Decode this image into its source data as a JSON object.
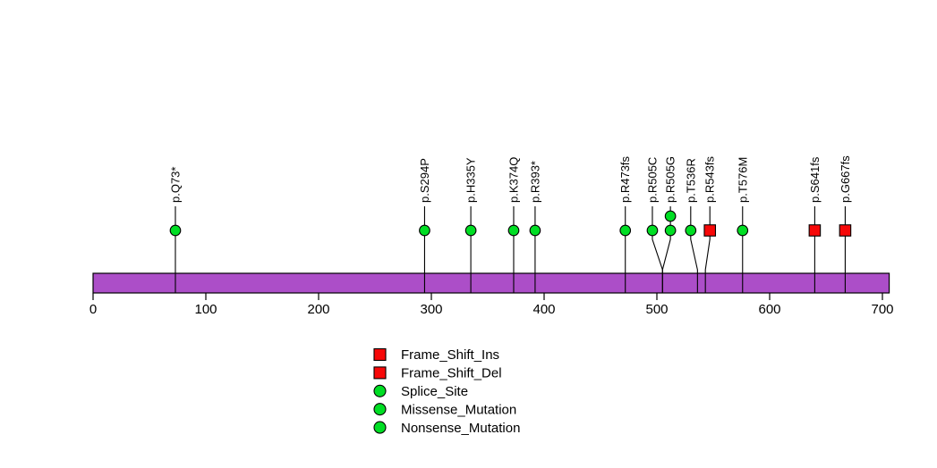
{
  "chart_data": {
    "type": "scatter",
    "subtype": "lollipop-mutation-plot",
    "title": "",
    "background": "#FFFFFF",
    "x_axis": {
      "ticks": [
        0,
        100,
        200,
        300,
        400,
        500,
        600,
        700
      ],
      "range": [
        0,
        706
      ],
      "grid": false
    },
    "protein_bar": {
      "start": 0,
      "end": 706,
      "color": "#AC4EC8",
      "border_color": "#000000"
    },
    "marker_colors": {
      "circle": "#00DE24",
      "square": "#F70808"
    },
    "mutations": [
      {
        "label": "p.Q73*",
        "pos": 73,
        "label_pos": 73,
        "marker": "circle",
        "count": 1
      },
      {
        "label": "p.S294P",
        "pos": 294,
        "label_pos": 294,
        "marker": "circle",
        "count": 1
      },
      {
        "label": "p.H335Y",
        "pos": 335,
        "label_pos": 335,
        "marker": "circle",
        "count": 1
      },
      {
        "label": "p.K374Q",
        "pos": 374,
        "label_pos": 373,
        "marker": "circle",
        "count": 1
      },
      {
        "label": "p.R393*",
        "pos": 393,
        "label_pos": 392,
        "marker": "circle",
        "count": 1
      },
      {
        "label": "p.R473fs",
        "pos": 473,
        "label_pos": 472,
        "marker": "circle",
        "count": 1
      },
      {
        "label": "p.R505C",
        "pos": 505,
        "label_pos": 496,
        "marker": "circle",
        "count": 1
      },
      {
        "label": "p.R505G",
        "pos": 505,
        "label_pos": 512,
        "marker": "circle",
        "count": 2
      },
      {
        "label": "p.T536R",
        "pos": 536,
        "label_pos": 530,
        "marker": "circle",
        "count": 1
      },
      {
        "label": "p.R543fs",
        "pos": 543,
        "label_pos": 547,
        "marker": "square",
        "count": 1
      },
      {
        "label": "p.T576M",
        "pos": 576,
        "label_pos": 576,
        "marker": "circle",
        "count": 1
      },
      {
        "label": "p.S641fs",
        "pos": 641,
        "label_pos": 640,
        "marker": "square",
        "count": 1
      },
      {
        "label": "p.G667fs",
        "pos": 667,
        "label_pos": 667,
        "marker": "square",
        "count": 1
      }
    ],
    "legend": {
      "position": "bottom-center",
      "items": [
        {
          "label": "Frame_Shift_Ins",
          "marker": "square",
          "color": "#F70808"
        },
        {
          "label": "Frame_Shift_Del",
          "marker": "square",
          "color": "#F70808"
        },
        {
          "label": "Splice_Site",
          "marker": "circle",
          "color": "#00DE24"
        },
        {
          "label": "Missense_Mutation",
          "marker": "circle",
          "color": "#00DE24"
        },
        {
          "label": "Nonsense_Mutation",
          "marker": "circle",
          "color": "#00DE24"
        }
      ]
    }
  }
}
